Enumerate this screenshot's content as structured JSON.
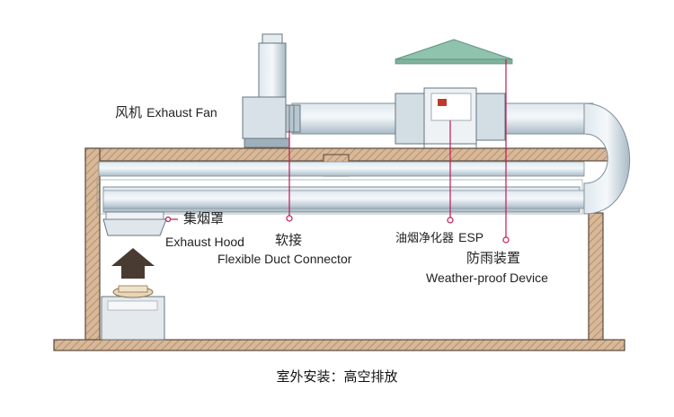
{
  "labels": {
    "fan": {
      "zh": "风机",
      "en": "Exhaust Fan"
    },
    "hood": {
      "zh": "集烟罩",
      "en": "Exhaust Hood"
    },
    "connector": {
      "zh": "软接",
      "en": "Flexible Duct Connector"
    },
    "esp": {
      "zh": "油烟净化器",
      "en": "ESP"
    },
    "weather": {
      "zh": "防雨装置",
      "en": "Weather-proof Device"
    }
  },
  "caption": "室外安装：高空排放",
  "colors": {
    "duct": "#c9d6df",
    "duct_shade": "#a9bac6",
    "wall": "#c9a98a",
    "wall_line": "#5a4a3c",
    "cap": "#8fc3ad",
    "leader": "#c2185b",
    "arrow": "#4a3b32"
  }
}
